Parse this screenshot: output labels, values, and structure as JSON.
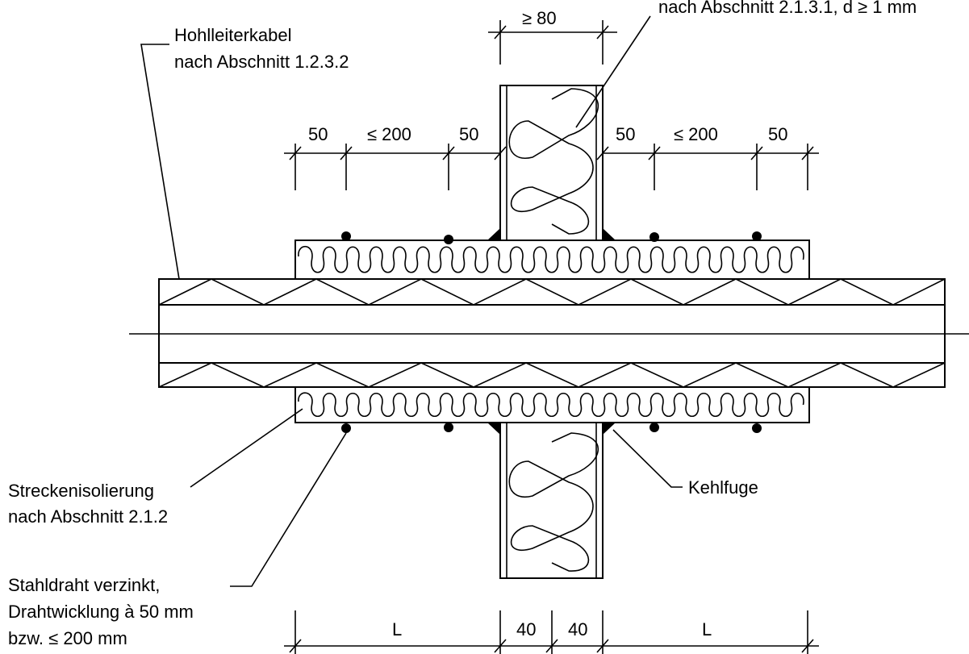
{
  "labels": {
    "top_right": "nach Abschnitt 2.1.3.1, d ≥ 1 mm",
    "cable_line1": "Hohlleiterkabel",
    "cable_line2": "nach Abschnitt 1.2.3.2",
    "insulation_line1": "Streckenisolierung",
    "insulation_line2": "nach Abschnitt 2.1.2",
    "wire_line1": "Stahldraht verzinkt,",
    "wire_line2": "Drahtwicklung à 50 mm",
    "wire_line3": "bzw. ≤ 200 mm",
    "fillet": "Kehlfuge"
  },
  "dimensions": {
    "wall_min": "≥ 80",
    "left_outer": "50",
    "left_span": "≤ 200",
    "left_inner": "50",
    "right_inner": "50",
    "right_span": "≤ 200",
    "right_outer": "50",
    "bottom_left_L": "L",
    "bottom_left_40": "40",
    "bottom_right_40": "40",
    "bottom_right_L": "L"
  },
  "colors": {
    "line": "#000000",
    "background": "#ffffff"
  }
}
